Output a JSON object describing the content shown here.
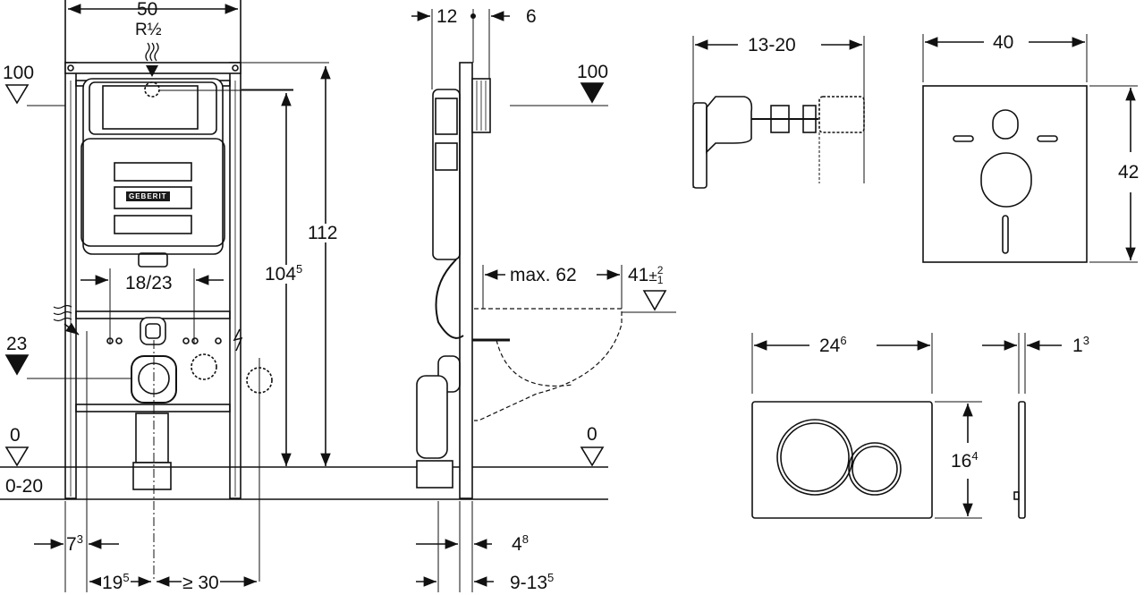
{
  "brand_logo": "GEBERIT",
  "front_view": {
    "width_top": "50",
    "pipe_thread": "R½",
    "level_left_top": "100",
    "level_left_mid": "23",
    "level_left_floor": "0",
    "floor_range": "0-20",
    "drain_spacing": "18/23",
    "height_main": "104",
    "height_main_sup": "5",
    "height_total": "112",
    "bottom_left_dim": "7",
    "bottom_left_dim_sup": "3",
    "bottom_mid_dim": "19",
    "bottom_mid_dim_sup": "5",
    "bottom_right_dim": "≥ 30"
  },
  "side_view": {
    "top_left_dim": "12",
    "top_right_dim": "6",
    "level_top": "100",
    "level_floor": "0",
    "bowl_projection": "max. 62",
    "bowl_height": "41",
    "bowl_tol_upper": "2",
    "bowl_tol_lower": "1",
    "bottom_a": "4",
    "bottom_a_sup": "8",
    "bottom_b": "9-13",
    "bottom_b_sup": "5"
  },
  "fixing_detail": {
    "length": "13-20"
  },
  "sound_pad": {
    "width": "40",
    "height": "42"
  },
  "flush_plate": {
    "width": "24",
    "width_sup": "6",
    "height": "16",
    "height_sup": "4",
    "depth": "1",
    "depth_sup": "3"
  }
}
